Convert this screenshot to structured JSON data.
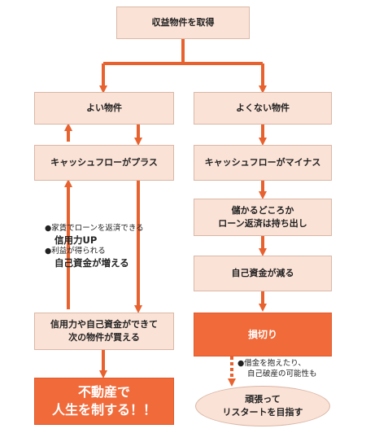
{
  "nodes": {
    "acquire": "収益物件を取得",
    "good": "よい物件",
    "bad": "よくない物件",
    "cf_plus": "キャッシュフローがプラス",
    "cf_minus": "キャッシュフローがマイナス",
    "not_profit": "儲かるどころか\nローン返済は持ち出し",
    "own_decrease": "自己資金が減る",
    "next_property": "信用力や自己資金ができて\n次の物件が買える",
    "cut_loss": "損切り",
    "real_estate": "不動産で\n人生を制する！！",
    "restart": "頑張って\nリスタートを目指す"
  },
  "notes": {
    "good_note1_small": "●家賃でローンを返済できる",
    "good_note1_big": "信用力UP",
    "good_note2_small": "●利益が得られる",
    "good_note2_big": "自己資金が増える",
    "cut_note_line1": "●借金を抱えたり、",
    "cut_note_line2": "自己破産の可能性も"
  },
  "colors": {
    "accent": "#f06a3a",
    "box_fill": "#fbe2d6",
    "arrow": "#e8622f"
  }
}
